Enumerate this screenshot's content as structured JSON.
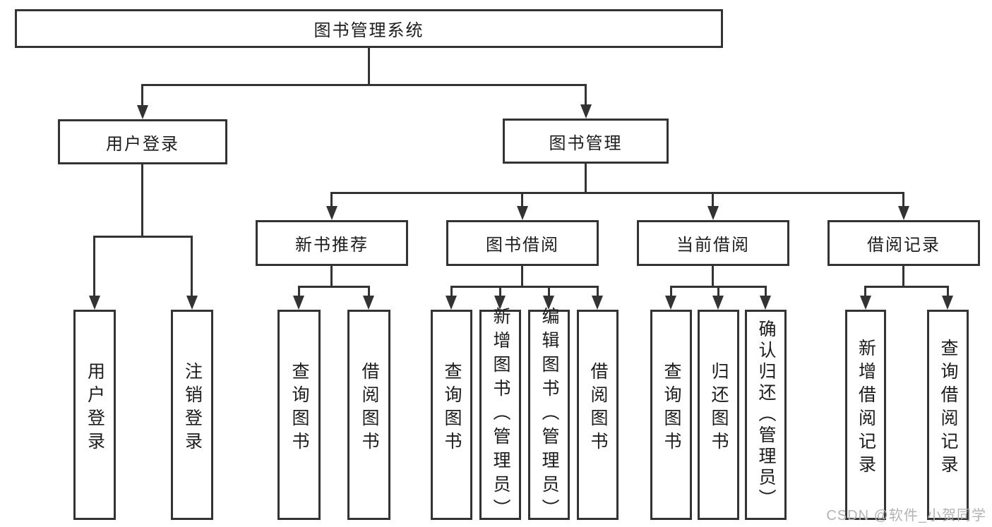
{
  "colors": {
    "line": "#333333",
    "box_background": "#ffffff",
    "text": "#1c1c1c",
    "watermark": "#b3b3b3"
  },
  "tree": {
    "root": {
      "label": "图书管理系统"
    },
    "level2": [
      {
        "label": "用户登录",
        "children": [
          {
            "label": "用户登录"
          },
          {
            "label": "注销登录"
          }
        ]
      },
      {
        "label": "图书管理",
        "children": [
          {
            "label": "新书推荐",
            "children": [
              {
                "label": "查询图书"
              },
              {
                "label": "借阅图书"
              }
            ]
          },
          {
            "label": "图书借阅",
            "children": [
              {
                "label": "查询图书"
              },
              {
                "label": "新增图书（管理员）"
              },
              {
                "label": "编辑图书（管理员）"
              },
              {
                "label": "借阅图书"
              }
            ]
          },
          {
            "label": "当前借阅",
            "children": [
              {
                "label": "查询图书"
              },
              {
                "label": "归还图书"
              },
              {
                "label": "确认归还（管理员）"
              }
            ]
          },
          {
            "label": "借阅记录",
            "children": [
              {
                "label": "新增借阅记录"
              },
              {
                "label": "查询借阅记录"
              }
            ]
          }
        ]
      }
    ]
  },
  "watermark": {
    "text": "CSDN @软件_小贺同学"
  }
}
